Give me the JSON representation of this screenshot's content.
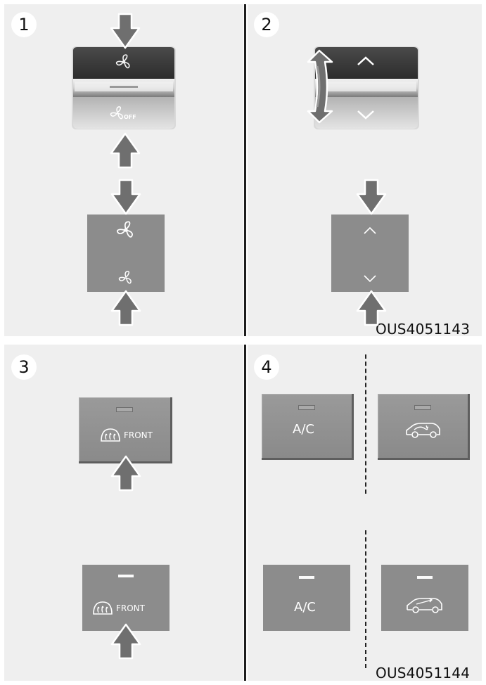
{
  "panels": [
    {
      "number": "1"
    },
    {
      "number": "2"
    },
    {
      "number": "3"
    },
    {
      "number": "4"
    }
  ],
  "codes": {
    "top": "OUS4051143",
    "bottom": "OUS4051144"
  },
  "labels": {
    "fan_off": "OFF",
    "front": "FRONT",
    "ac": "A/C"
  },
  "icons": [
    "fan-icon",
    "fan-off-icon",
    "chevron-up-icon",
    "chevron-down-icon",
    "defrost-icon",
    "car-recirculation-icon",
    "rotate-arrow-icon",
    "push-arrow-icon"
  ],
  "colors": {
    "panel_bg": "#efefef",
    "button_gray": "#8c8c8c",
    "arrow_fill": "#6f6f6f",
    "divider": "#1e1e1e"
  }
}
